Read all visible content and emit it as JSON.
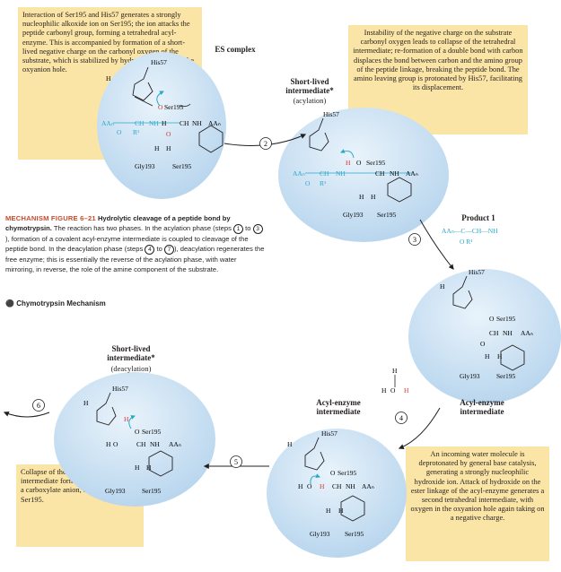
{
  "notes": {
    "es_top_left": "Interaction of Ser195 and His57 generates a strongly nucleophilic alkoxide ion on Ser195; the ion attacks the peptide carbonyl group, forming a tetrahedral acyl-enzyme. This is accompanied by formation of a short-lived negative charge on the carbonyl oxygen of the substrate, which is stabilized by hydrogen bonding in the oxyanion hole.",
    "top_right": "Instability of the negative charge on the substrate carbonyl oxygen leads to collapse of the tetrahedral intermediate; re-formation of a double bond with carbon displaces the bond between carbon and the amino group of the peptide linkage, breaking the peptide bond. The amino leaving group is protonated by His57, facilitating its displacement.",
    "bottom_right": "An incoming water molecule is deprotonated by general base catalysis, generating a strongly nucleophilic hydroxide ion. Attack of hydroxide on the ester linkage of the acyl-enzyme generates a second tetrahedral intermediate, with oxygen in the oxyanion hole again taking on a negative charge.",
    "bottom_left": "Collapse of the tetrahedral intermediate forms the second product, a carboxylate anion, and displaces Ser195."
  },
  "labels": {
    "es_complex": "ES complex",
    "short_lived_1": "Short-lived intermediate*",
    "short_lived_1_sub": "(acylation)",
    "product1": "Product 1",
    "acyl_enzyme_right": "Acyl-enzyme intermediate",
    "acyl_enzyme_mid": "Acyl-enzyme intermediate",
    "short_lived_2": "Short-lived intermediate*",
    "short_lived_2_sub": "(deacylation)"
  },
  "steps": [
    "2",
    "3",
    "4",
    "5",
    "6"
  ],
  "chem": {
    "his": "His57",
    "ser": "Ser195",
    "gly": "Gly193",
    "aa_left": "AAₙ",
    "ch": "CH",
    "nh": "NH",
    "r1": "R¹",
    "o": "O",
    "h": "H",
    "water_o": "O",
    "product1_formula": "AAₙ—C—CH—NH",
    "product1_sub": "O R¹"
  },
  "caption": {
    "fig": "MECHANISM FIGURE 6–21",
    "title": "Hydrolytic cleavage of a peptide bond by chymotrypsin.",
    "body_1": "The reaction has two phases. In the acylation phase (steps",
    "c1": "1",
    "to1": "to",
    "c3": "3",
    "body_2": "), formation of a covalent acyl-enzyme intermediate is coupled to cleavage of the peptide bond. In the deacylation phase (steps",
    "c4": "4",
    "to2": "to",
    "c7": "7",
    "body_3": "), deacylation regenerates the free enzyme; this is essentially the reverse of the acylation phase, with water mirroring, in reverse, the role of the amine component of the substrate.",
    "mechanism_link": "Chymotrypsin Mechanism"
  },
  "colors": {
    "note_bg": "#fbe5a6",
    "sphere": "#cfe3f3",
    "arrow_blue": "#2aa7c9",
    "red": "#d8332c",
    "fig_red": "#c8492b"
  }
}
